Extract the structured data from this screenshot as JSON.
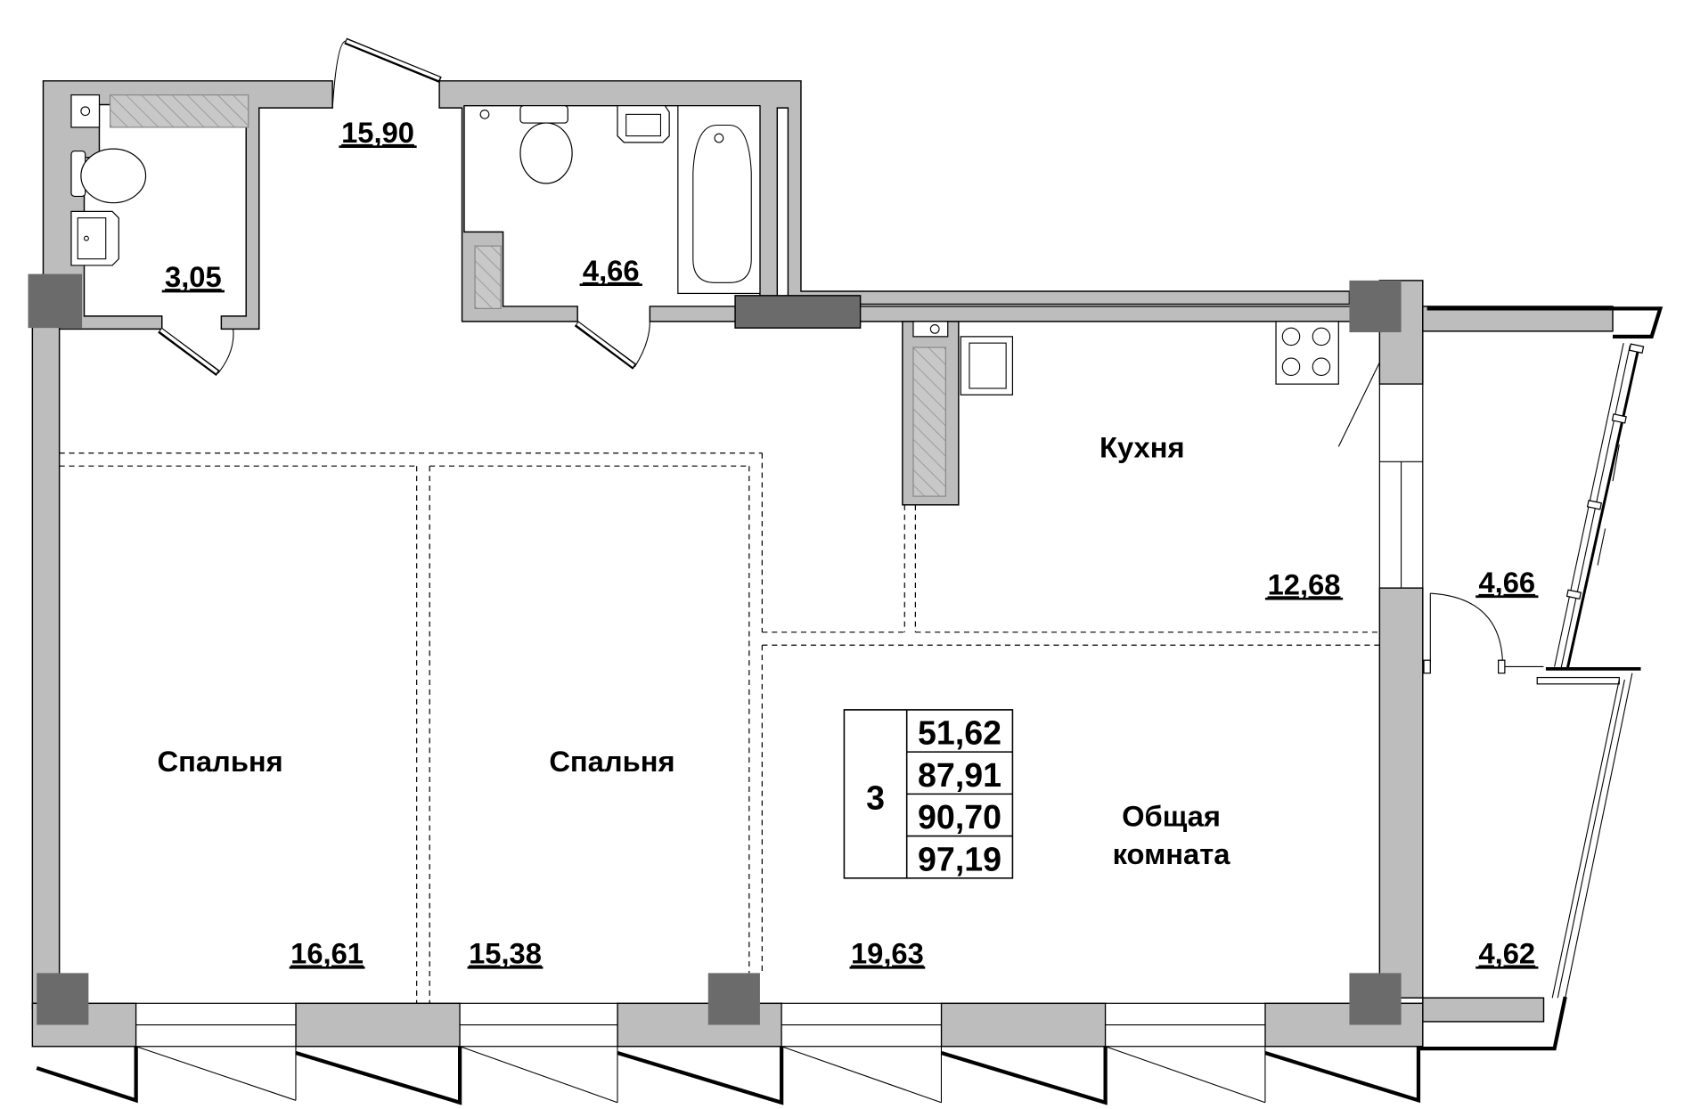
{
  "plan": {
    "type": "apartment-floor-plan",
    "rooms": [
      {
        "id": "wc",
        "name": "",
        "area": "3,05"
      },
      {
        "id": "hall",
        "name": "",
        "area": "15,90"
      },
      {
        "id": "bath",
        "name": "",
        "area": "4,66"
      },
      {
        "id": "kitchen",
        "name": "Кухня",
        "area": "12,68"
      },
      {
        "id": "bedroom1",
        "name": "Спальня",
        "area": "16,61"
      },
      {
        "id": "bedroom2",
        "name": "Спальня",
        "area": "15,38"
      },
      {
        "id": "living",
        "name_line1": "Общая",
        "name_line2": "комната",
        "area": "19,63"
      },
      {
        "id": "balcony1",
        "name": "",
        "area": "4,66"
      },
      {
        "id": "balcony2",
        "name": "",
        "area": "4,62"
      }
    ],
    "summary": {
      "rooms_count": "3",
      "values": [
        "51,62",
        "87,91",
        "90,70",
        "97,19"
      ]
    },
    "colors": {
      "wall": "#bdbdbd",
      "pillar": "#6b6b6b",
      "line": "#000000",
      "background": "#ffffff"
    }
  }
}
